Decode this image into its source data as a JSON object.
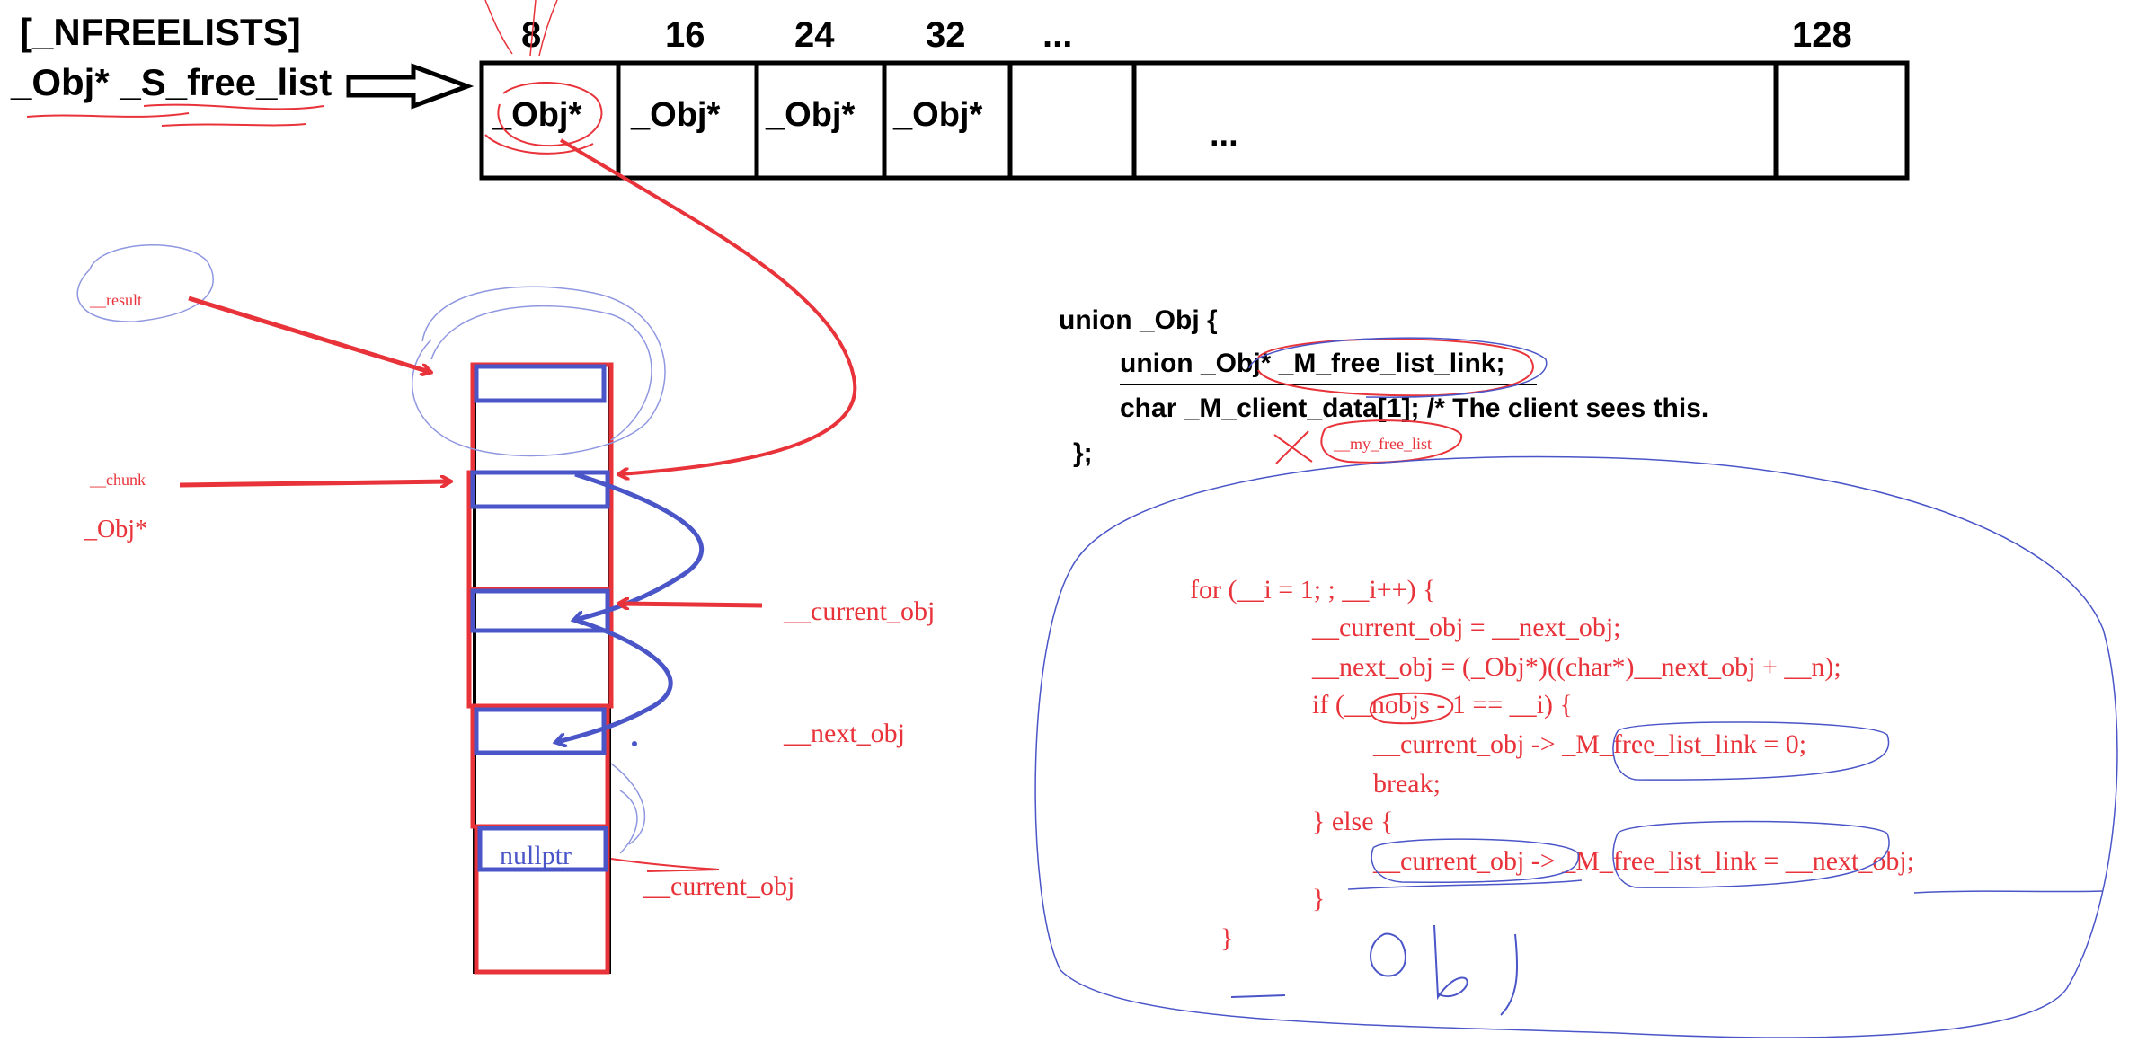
{
  "header": {
    "nfreelists_label": "[_NFREELISTS]",
    "free_list_label": "_Obj* _S_free_list"
  },
  "free_list_array": {
    "size_labels": [
      "8",
      "16",
      "24",
      "32",
      "...",
      "128"
    ],
    "cells": [
      "_Obj*",
      "_Obj*",
      "_Obj*",
      "_Obj*",
      "",
      "...",
      ""
    ]
  },
  "chunk_annotations": {
    "result_label": "__result",
    "chunk_label": "__chunk",
    "obj_ptr_label": "_Obj*",
    "current_obj_label": "__current_obj",
    "next_obj_label": "__next_obj",
    "nullptr_label": "nullptr",
    "current_obj_bottom_label": "__current_obj"
  },
  "union_def": {
    "line1": "union _Obj {",
    "line2": "union _Obj* _M_free_list_link;",
    "line3": "char _M_client_data[1];    /* The client sees this.",
    "line4": "};",
    "my_free_list_label": "__my_free_list"
  },
  "code": {
    "lines": [
      "for (__i = 1; ; __i++) {",
      "__current_obj = __next_obj;",
      "__next_obj = (_Obj*)((char*)__next_obj + __n);",
      "if (__nobjs - 1 == __i) {",
      "__current_obj -> _M_free_list_link = 0;",
      "break;",
      "} else {",
      "__current_obj -> _M_free_list_link = __next_obj;",
      "}",
      "}"
    ],
    "doodle_text": "Obj"
  },
  "colors": {
    "ink": "#000000",
    "red": "#e8333a",
    "blue": "#4a55c8",
    "light_blue": "#8f97e0"
  }
}
